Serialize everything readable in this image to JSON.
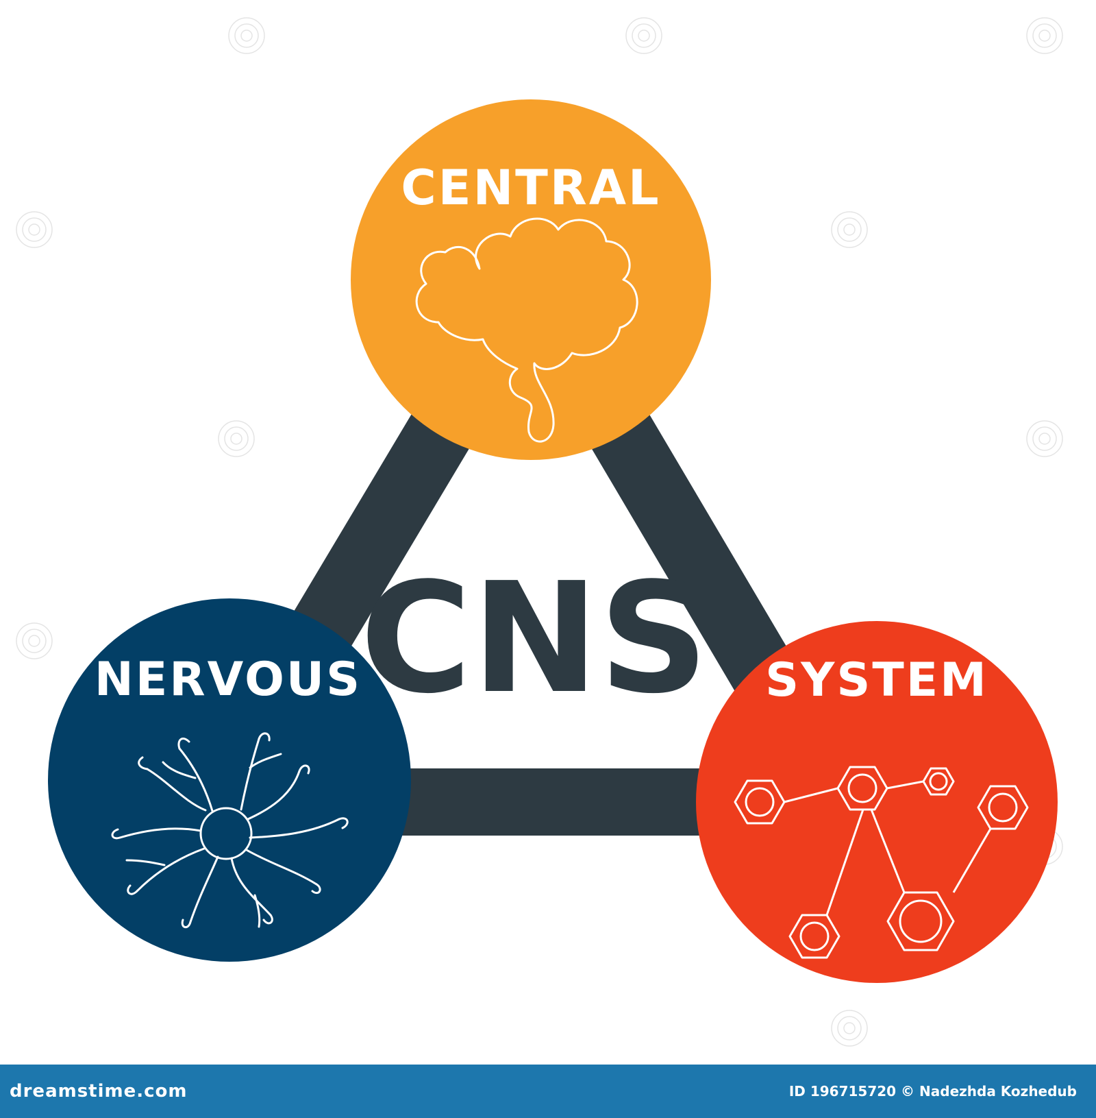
{
  "diagram": {
    "acronym": "CNS",
    "nodes": [
      {
        "id": "central",
        "label": "CENTRAL",
        "icon": "brain-icon",
        "color": "#f7a02a"
      },
      {
        "id": "nervous",
        "label": "NERVOUS",
        "icon": "neuron-icon",
        "color": "#033f66"
      },
      {
        "id": "system",
        "label": "SYSTEM",
        "icon": "molecule-icon",
        "color": "#ee3d1d"
      }
    ],
    "connector_color": "#2d3a42",
    "acronym_color": "#2d3a42"
  },
  "footer": {
    "brand": "dreamstime.com",
    "credit": "ID 196715720 © Nadezhda Kozhedub",
    "background": "#1d77ad",
    "brand_logo": "dreamstime watermark"
  }
}
